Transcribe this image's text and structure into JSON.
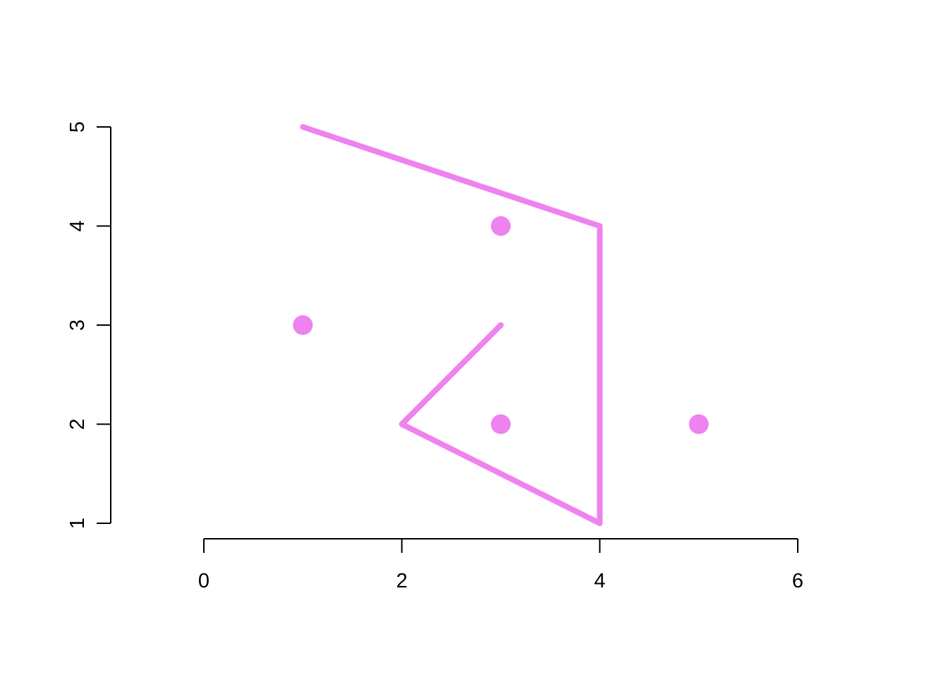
{
  "chart_data": {
    "type": "scatter",
    "title": "",
    "xlabel": "",
    "ylabel": "",
    "xlim": [
      0,
      6
    ],
    "ylim": [
      1,
      5
    ],
    "x_ticks": [
      0,
      2,
      4,
      6
    ],
    "y_ticks": [
      1,
      2,
      3,
      4,
      5
    ],
    "x_tick_labels": [
      "0",
      "2",
      "4",
      "6"
    ],
    "y_tick_labels": [
      "1",
      "2",
      "3",
      "4",
      "5"
    ],
    "grid": false,
    "series": [
      {
        "kind": "points",
        "color": "#EE82EE",
        "x": [
          1,
          3,
          3,
          5
        ],
        "y": [
          3,
          4,
          2,
          2
        ]
      },
      {
        "kind": "line",
        "color": "#EE82EE",
        "x": [
          1,
          4,
          4,
          2,
          3
        ],
        "y": [
          5,
          4,
          1,
          2,
          3
        ]
      }
    ]
  }
}
